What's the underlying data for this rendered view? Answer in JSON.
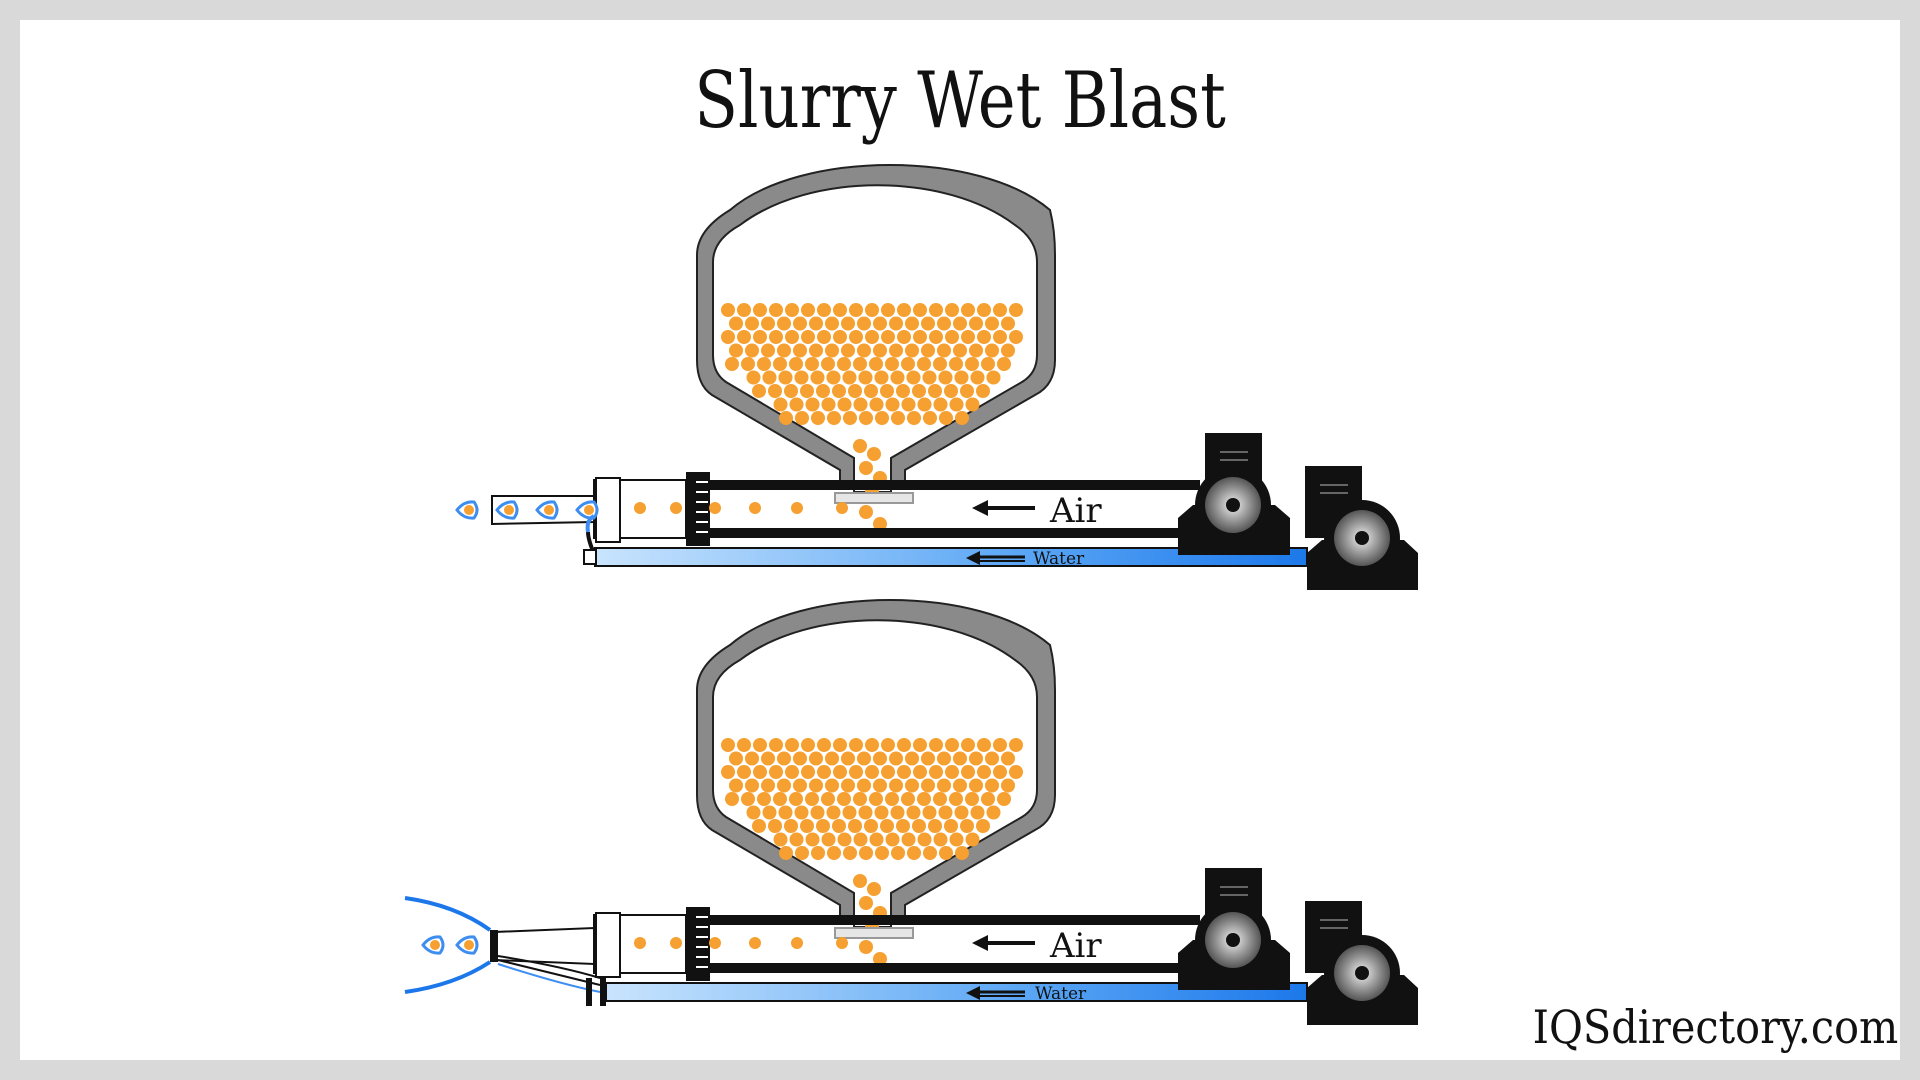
{
  "title": "Slurry Wet Blast",
  "watermark": "IQSdirectory.com",
  "diagrams": [
    {
      "air_label": "Air",
      "water_label": "Water"
    },
    {
      "air_label": "Air",
      "water_label": "Water"
    }
  ],
  "colors": {
    "media": "#f5a030",
    "water": "#3d8ef0",
    "water_light": "#b9dbfb",
    "tank": "#888888",
    "machine": "#111111"
  },
  "icons": [
    "hopper-tank-icon",
    "air-compressor-icon",
    "water-pump-icon",
    "blast-nozzle-icon",
    "arrow-left-icon"
  ]
}
